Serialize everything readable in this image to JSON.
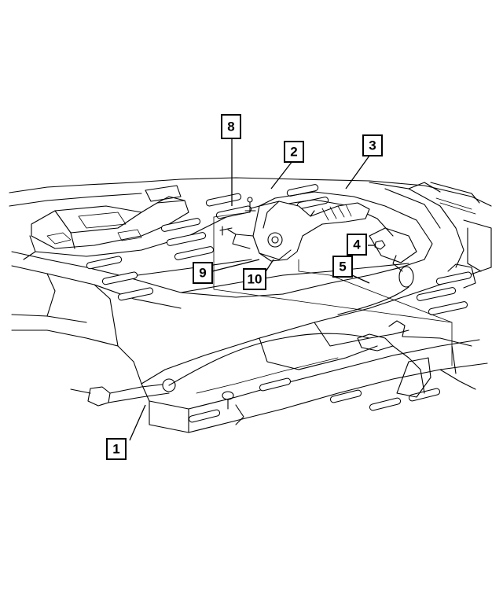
{
  "callouts": [
    {
      "id": "c1",
      "label": "1"
    },
    {
      "id": "c2",
      "label": "2"
    },
    {
      "id": "c3",
      "label": "3"
    },
    {
      "id": "c4",
      "label": "4"
    },
    {
      "id": "c5",
      "label": "5"
    },
    {
      "id": "c8",
      "label": "8"
    },
    {
      "id": "c9",
      "label": "9"
    },
    {
      "id": "c10",
      "label": "10"
    }
  ],
  "colors": {
    "line": "#000000",
    "background": "#ffffff"
  }
}
